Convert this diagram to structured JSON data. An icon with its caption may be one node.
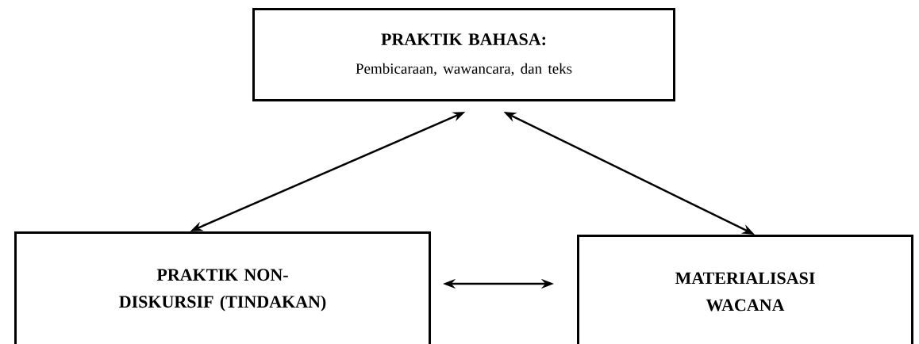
{
  "diagram": {
    "nodes": [
      {
        "text": [
          "PRAKTIK BAHASA:",
          "Pembicaraan, wawancara, dan teks"
        ]
      },
      {
        "text": [
          "PRAKTIK NON-DISKURSIF (TINDAKAN)"
        ]
      },
      {
        "text": [
          "MATERIALISASI WACANA"
        ]
      }
    ],
    "edges": [
      {
        "from": 0,
        "to": 1,
        "arrow": "both"
      },
      {
        "from": 0,
        "to": 2,
        "arrow": "both"
      },
      {
        "from": 1,
        "to": 2,
        "arrow": "both"
      }
    ]
  }
}
